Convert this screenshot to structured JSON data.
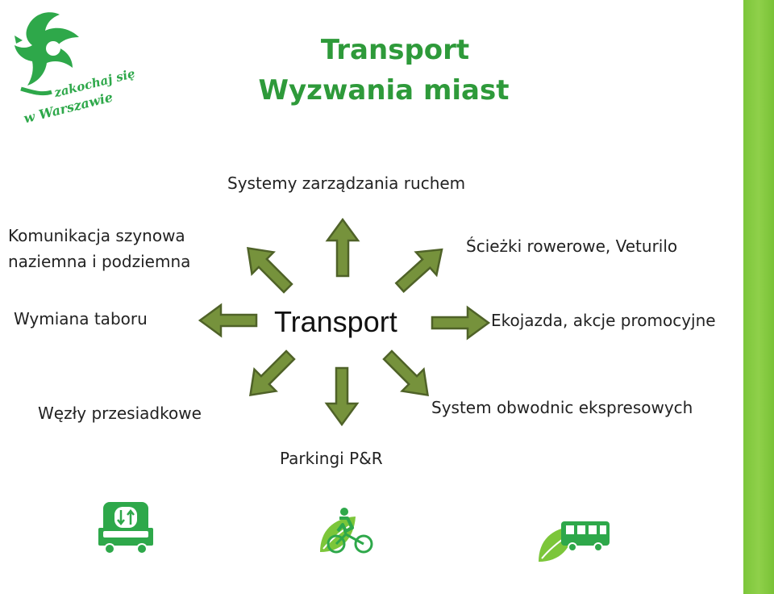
{
  "title": {
    "line1": "Transport",
    "line2": "Wyzwania miast"
  },
  "logo": {
    "text_line1": "zakochaj się",
    "text_line2": "w Warszawie"
  },
  "diagram": {
    "center": "Transport",
    "nodes": {
      "top": "Systemy zarządzania ruchem",
      "top_right": "Ścieżki rowerowe, Veturilo",
      "right": "Ekojazda, akcje promocyjne",
      "bottom_right": "System obwodnic ekspresowych",
      "bottom": "Parkingi P&R",
      "bottom_left": "Węzły przesiadkowe",
      "left": "Wymiana taboru",
      "top_left_line1": "Komunikacja szynowa",
      "top_left_line2": "naziemna i podziemna"
    }
  },
  "icons": [
    "train-vehicle-icon",
    "cyclist-leaf-icon",
    "bus-leaf-icon"
  ],
  "colors": {
    "title_green": "#2e9a3a",
    "arrow_fill": "#76923c",
    "arrow_stroke": "#4f6228",
    "icon_green": "#2ea84a",
    "sidebar_green": "#84c842"
  }
}
